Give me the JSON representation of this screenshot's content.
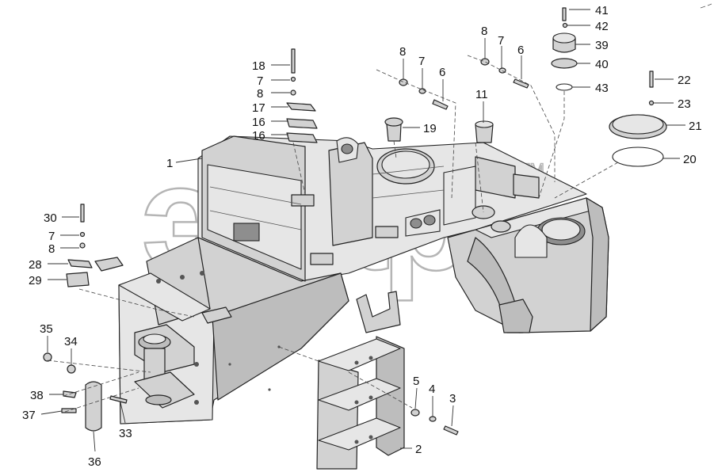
{
  "watermark": {
    "text": "элар",
    "trademark": "TM"
  },
  "callouts": [
    {
      "id": "c41",
      "text": "41"
    },
    {
      "id": "c42",
      "text": "42"
    },
    {
      "id": "c39",
      "text": "39"
    },
    {
      "id": "c40",
      "text": "40"
    },
    {
      "id": "c43",
      "text": "43"
    },
    {
      "id": "c22",
      "text": "22"
    },
    {
      "id": "c23",
      "text": "23"
    },
    {
      "id": "c21",
      "text": "21"
    },
    {
      "id": "c20",
      "text": "20"
    },
    {
      "id": "c8a",
      "text": "8"
    },
    {
      "id": "c7a",
      "text": "7"
    },
    {
      "id": "c6a",
      "text": "6"
    },
    {
      "id": "c8b",
      "text": "8"
    },
    {
      "id": "c7b",
      "text": "7"
    },
    {
      "id": "c6b",
      "text": "6"
    },
    {
      "id": "c11",
      "text": "11"
    },
    {
      "id": "c19",
      "text": "19"
    },
    {
      "id": "c18",
      "text": "18"
    },
    {
      "id": "c7c",
      "text": "7"
    },
    {
      "id": "c8c",
      "text": "8"
    },
    {
      "id": "c17",
      "text": "17"
    },
    {
      "id": "c16a",
      "text": "16"
    },
    {
      "id": "c16b",
      "text": "16"
    },
    {
      "id": "c1",
      "text": "1"
    },
    {
      "id": "c30",
      "text": "30"
    },
    {
      "id": "c7d",
      "text": "7"
    },
    {
      "id": "c8d",
      "text": "8"
    },
    {
      "id": "c28",
      "text": "28"
    },
    {
      "id": "c29",
      "text": "29"
    },
    {
      "id": "c35",
      "text": "35"
    },
    {
      "id": "c34",
      "text": "34"
    },
    {
      "id": "c38",
      "text": "38"
    },
    {
      "id": "c37",
      "text": "37"
    },
    {
      "id": "c36",
      "text": "36"
    },
    {
      "id": "c33",
      "text": "33"
    },
    {
      "id": "c5",
      "text": "5"
    },
    {
      "id": "c4",
      "text": "4"
    },
    {
      "id": "c3",
      "text": "3"
    },
    {
      "id": "c2",
      "text": "2"
    }
  ]
}
